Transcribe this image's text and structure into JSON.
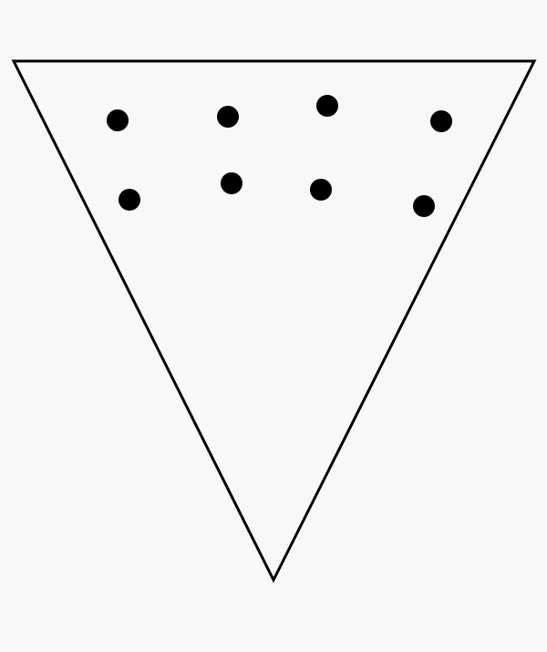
{
  "diagram": {
    "shape": "inverted-triangle",
    "dot_count": 8,
    "dot_rows": 2,
    "dots_per_row": 4,
    "colors": {
      "background": "#f8f8f8",
      "stroke": "#000000",
      "dot_fill": "#000000"
    }
  }
}
